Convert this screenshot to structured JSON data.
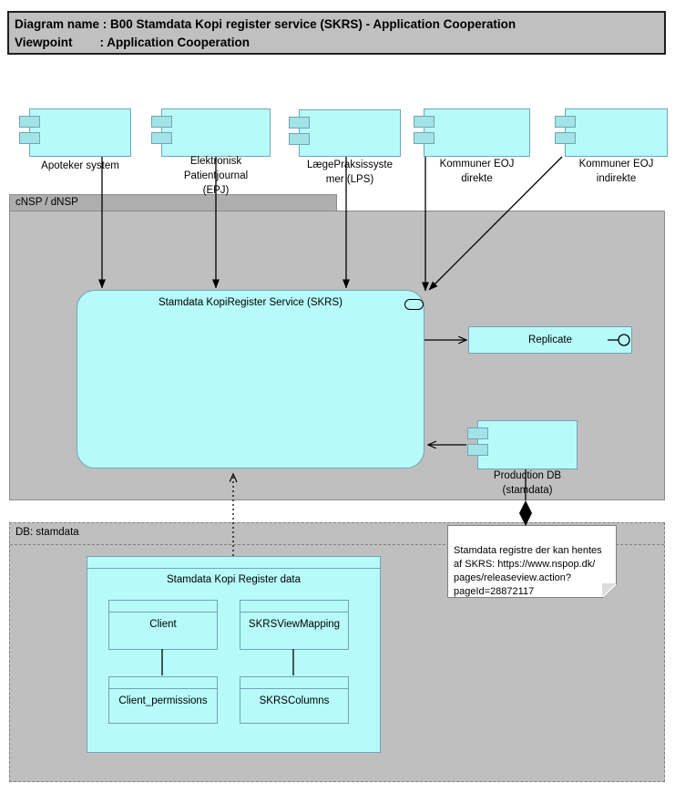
{
  "title": {
    "line1": "Diagram name : B00 Stamdata Kopi register service (SKRS) - Application Cooperation",
    "line2": "Viewpoint        : Application Cooperation"
  },
  "containers": {
    "cnsp": {
      "label": "cNSP / dNSP"
    },
    "db": {
      "label": "DB: stamdata"
    }
  },
  "components": {
    "apoteker": {
      "label": "Apoteker system"
    },
    "epj": {
      "label": "Elektronisk\nPatientjournal\n(EPJ)"
    },
    "lps": {
      "label": "LægePraksissyste\nmer (LPS)"
    },
    "eoj_direkte": {
      "label": "Kommuner EOJ\ndirekte"
    },
    "eoj_indirekte": {
      "label": "Kommuner EOJ\nindirekte"
    },
    "production_db": {
      "label": "Production DB\n(stamdata)"
    }
  },
  "service": {
    "label": "Stamdata KopiRegister Service (SKRS)"
  },
  "replicate": {
    "label": "Replicate"
  },
  "note": {
    "text": "Stamdata registre der kan hentes\naf SKRS: https://www.nspop.dk/\npages/releaseview.action?\npageId=28872117"
  },
  "data_group": {
    "label": "Stamdata Kopi Register data",
    "tables": {
      "client": {
        "label": "Client"
      },
      "view_mapping": {
        "label": "SKRSViewMapping"
      },
      "client_permissions": {
        "label": "Client_permissions"
      },
      "columns": {
        "label": "SKRSColumns"
      }
    }
  },
  "colors": {
    "element_fill": "#b7fafa",
    "element_border": "#72a4b5",
    "tab_fill": "#a2e4e6",
    "container_fill": "#bfbfbf",
    "container_header_fill": "#aeaeae",
    "title_fill": "#c0c0c0",
    "note_fill": "#ffffff",
    "line": "#000000"
  }
}
